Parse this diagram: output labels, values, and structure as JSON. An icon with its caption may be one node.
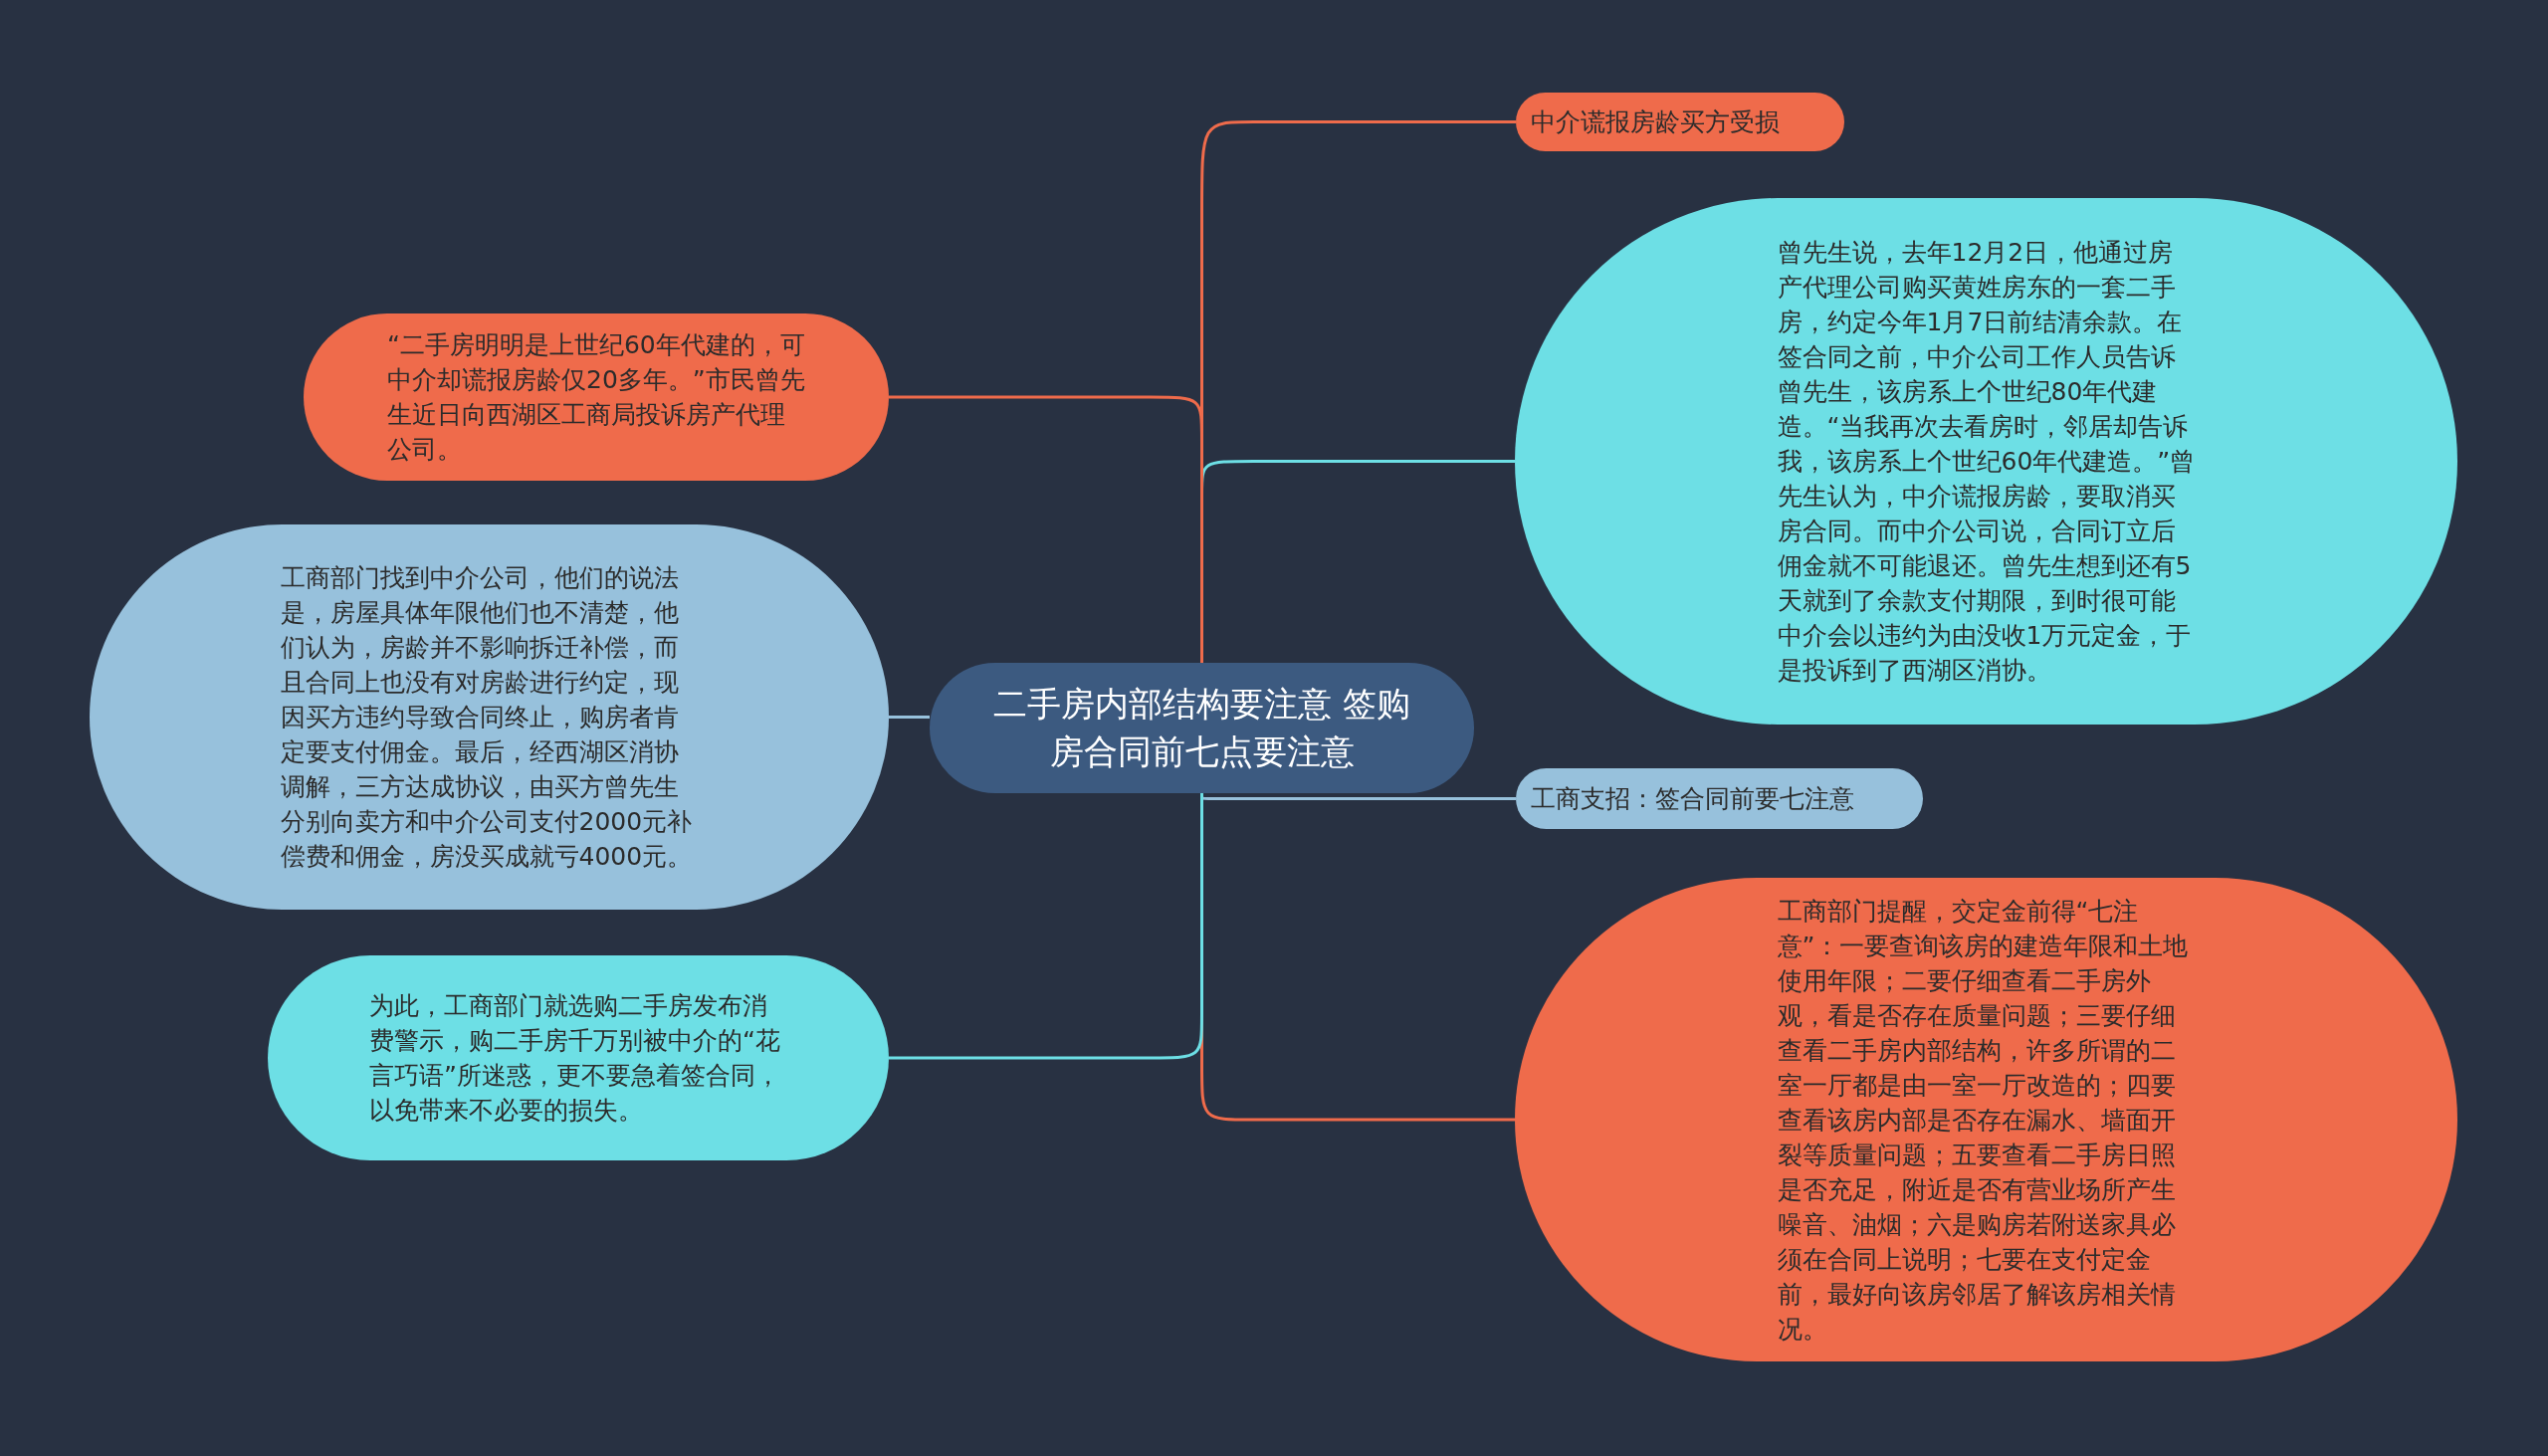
{
  "diagram": {
    "nodes": [
      {
        "text": [
          "二手房内部结构要注意 签购房合同前七点要注意"
        ]
      },
      {
        "text": [
          "中介谎报房龄买方受损"
        ]
      },
      {
        "text": [
          "曾先生说，去年12月2日，他通过房产代理公司购买黄姓房东的一套二手房，约定今年1月7日前结清余款。在签合同之前，中介公司工作人员告诉曾先生，该房系上个世纪80年代建造。“当我再次去看房时，邻居却告诉我，该房系上个世纪60年代建造。”曾先生认为，中介谎报房龄，要取消买房合同。而中介公司说，合同订立后佣金就不可能退还。曾先生想到还有5天就到了余款支付期限，到时很可能中介会以违约为由没收1万元定金，于是投诉到了西湖区消协。"
        ]
      },
      {
        "text": [
          "工商支招：签合同前要七注意"
        ]
      },
      {
        "text": [
          "工商部门提醒，交定金前得“七注意”：一要查询该房的建造年限和土地使用年限；二要仔细查看二手房外观，看是否存在质量问题；三要仔细查看二手房内部结构，许多所谓的二室一厅都是由一室一厅改造的；四要查看该房内部是否存在漏水、墙面开裂等质量问题；五要查看二手房日照是否充足，附近是否有营业场所产生噪音、油烟；六是购房若附送家具必须在合同上说明；七要在支付定金前，最好向该房邻居了解该房相关情况。"
        ]
      },
      {
        "text": [
          "“二手房明明是上世纪60年代建的，可中介却谎报房龄仅20多年。”市民曾先生近日向西湖区工商局投诉房产代理公司。"
        ]
      },
      {
        "text": [
          "工商部门找到中介公司，他们的说法是，房屋具体年限他们也不清楚，他们认为，房龄并不影响拆迁补偿，而且合同上也没有对房龄进行约定，现因买方违约导致合同终止，购房者肯定要支付佣金。最后，经西湖区消协调解，三方达成协议，由买方曾先生分别向卖方和中介公司支付2000元补偿费和佣金，房没买成就亏4000元。"
        ]
      },
      {
        "text": [
          "为此，工商部门就选购二手房发布消费警示，购二手房千万别被中介的“花言巧语”所迷惑，更不要急着签合同，以免带来不必要的损失。"
        ]
      }
    ],
    "edges": [
      {
        "from": 0,
        "to": 1,
        "arrow": "none",
        "color": "#ef6b4b"
      },
      {
        "from": 0,
        "to": 2,
        "arrow": "none",
        "color": "#6ddfe5"
      },
      {
        "from": 0,
        "to": 3,
        "arrow": "none",
        "color": "#97c1dc"
      },
      {
        "from": 0,
        "to": 4,
        "arrow": "none",
        "color": "#ef6b4b"
      },
      {
        "from": 0,
        "to": 5,
        "arrow": "none",
        "color": "#ef6b4b"
      },
      {
        "from": 0,
        "to": 6,
        "arrow": "none",
        "color": "#97c1dc"
      },
      {
        "from": 0,
        "to": 7,
        "arrow": "none",
        "color": "#6ddfe5"
      }
    ]
  }
}
